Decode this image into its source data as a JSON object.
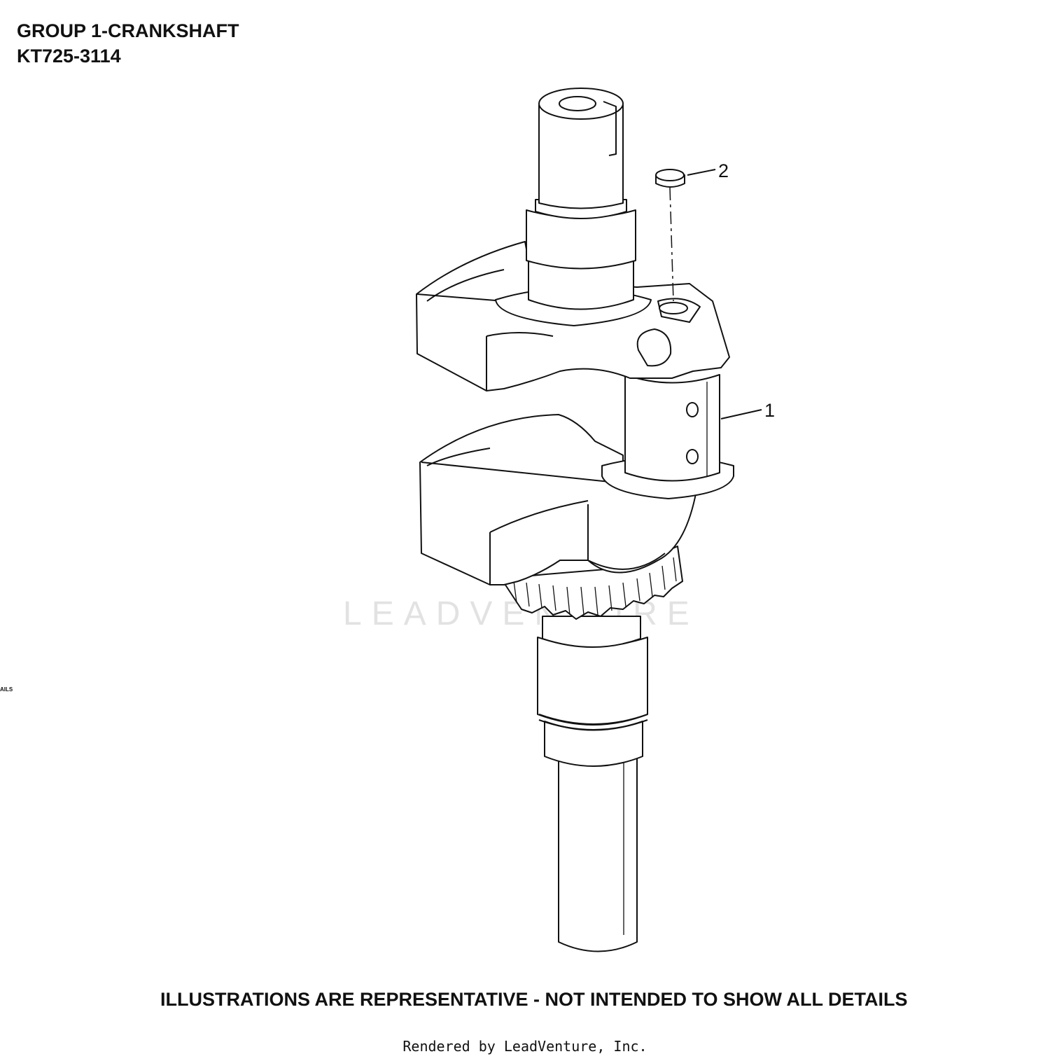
{
  "header": {
    "group_title": "GROUP 1-CRANKSHAFT",
    "model_number": "KT725-3114"
  },
  "diagram": {
    "callouts": [
      {
        "number": "1",
        "part": "crankshaft"
      },
      {
        "number": "2",
        "part": "plug"
      }
    ],
    "watermark": "LEADVENTURE",
    "edge_fragment": "AILS"
  },
  "footer": {
    "disclaimer": "ILLUSTRATIONS ARE REPRESENTATIVE - NOT INTENDED TO SHOW ALL DETAILS",
    "rendered_by": "Rendered by LeadVenture, Inc."
  }
}
